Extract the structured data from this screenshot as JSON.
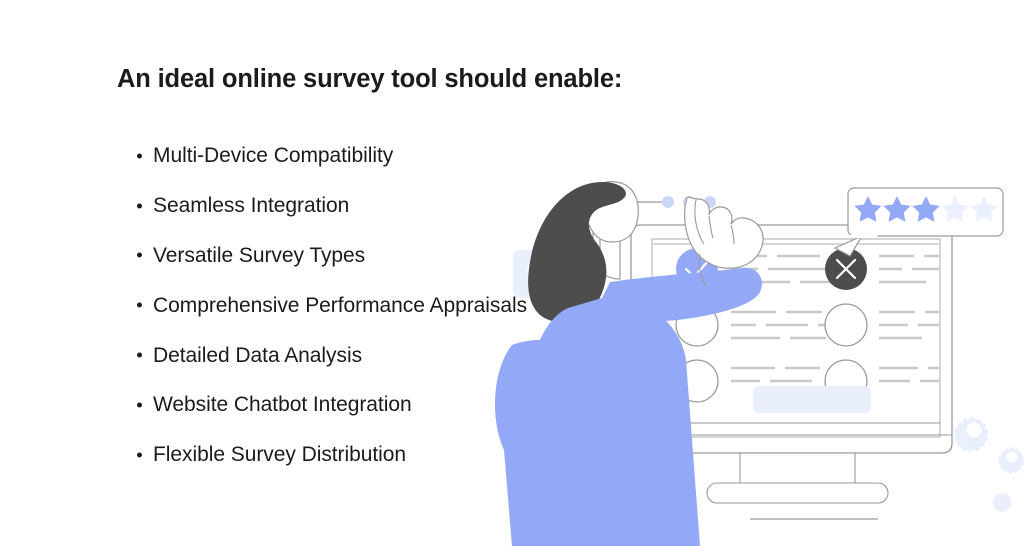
{
  "slide": {
    "background_color": "#ffffff",
    "heading": "An ideal online survey tool should enable:",
    "bullets": [
      {
        "label": "Multi-Device Compatibility"
      },
      {
        "label": "Seamless Integration"
      },
      {
        "label": "Versatile Survey Types"
      },
      {
        "label": "Comprehensive Performance Appraisals"
      },
      {
        "label": "Detailed Data Analysis"
      },
      {
        "label": "Website Chatbot Integration"
      },
      {
        "label": "Flexible Survey Distribution"
      }
    ]
  },
  "illustration": {
    "name": "person-taking-online-survey-on-monitor",
    "colors": {
      "accent_blue": "#93a8f7",
      "pale_blue": "#e8edfc",
      "dark_gray": "#4d4d4d",
      "line_gray": "#9a9a9a",
      "light_line": "#c9c9c9"
    },
    "rating_widget": {
      "name": "star-rating-callout",
      "total_stars": 5,
      "filled_stars": 3,
      "filled_color": "#93a8f7",
      "empty_color": "#eaf0fd"
    },
    "survey_options": [
      {
        "name": "checked-option",
        "state": "selected",
        "icon": "check-icon"
      },
      {
        "name": "rejected-option",
        "state": "rejected",
        "icon": "close-icon"
      },
      {
        "name": "empty-option-left-1",
        "state": "empty",
        "icon": "radio-icon"
      },
      {
        "name": "empty-option-right-1",
        "state": "empty",
        "icon": "radio-icon"
      },
      {
        "name": "empty-option-left-2",
        "state": "empty",
        "icon": "radio-icon"
      },
      {
        "name": "empty-option-right-2",
        "state": "empty",
        "icon": "radio-icon"
      }
    ],
    "window_dots": {
      "name": "window-dots",
      "count": 3,
      "color": "#ccd7f7"
    },
    "gears": {
      "name": "settings-gears",
      "count": 3
    },
    "heart_badge": {
      "name": "heart-badge",
      "shape": "rounded-square-with-heart"
    }
  }
}
